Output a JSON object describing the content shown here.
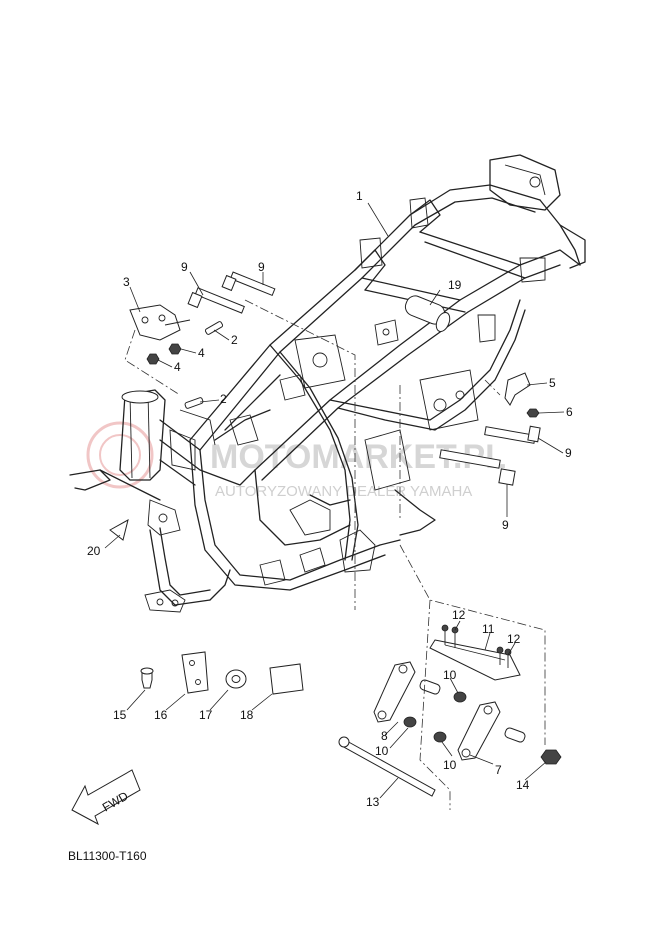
{
  "diagram": {
    "code": "BL11300-T160",
    "fwd_label": "FWD",
    "watermark": {
      "title": "MOTOMARKET.PL",
      "subtitle": "AUTORYZOWANY DEALER YAMAHA",
      "color": "#e25b5b"
    },
    "callouts": [
      {
        "id": "c1",
        "label": "1"
      },
      {
        "id": "c2a",
        "label": "2"
      },
      {
        "id": "c2b",
        "label": "2"
      },
      {
        "id": "c3",
        "label": "3"
      },
      {
        "id": "c4a",
        "label": "4"
      },
      {
        "id": "c4b",
        "label": "4"
      },
      {
        "id": "c5",
        "label": "5"
      },
      {
        "id": "c6",
        "label": "6"
      },
      {
        "id": "c7",
        "label": "7"
      },
      {
        "id": "c8",
        "label": "8"
      },
      {
        "id": "c9a",
        "label": "9"
      },
      {
        "id": "c9b",
        "label": "9"
      },
      {
        "id": "c9c",
        "label": "9"
      },
      {
        "id": "c9d",
        "label": "9"
      },
      {
        "id": "c10a",
        "label": "10"
      },
      {
        "id": "c10b",
        "label": "10"
      },
      {
        "id": "c10c",
        "label": "10"
      },
      {
        "id": "c11",
        "label": "11"
      },
      {
        "id": "c12a",
        "label": "12"
      },
      {
        "id": "c12b",
        "label": "12"
      },
      {
        "id": "c13",
        "label": "13"
      },
      {
        "id": "c14",
        "label": "14"
      },
      {
        "id": "c15",
        "label": "15"
      },
      {
        "id": "c16",
        "label": "16"
      },
      {
        "id": "c17",
        "label": "17"
      },
      {
        "id": "c18",
        "label": "18"
      },
      {
        "id": "c19",
        "label": "19"
      },
      {
        "id": "c20",
        "label": "20"
      }
    ]
  }
}
